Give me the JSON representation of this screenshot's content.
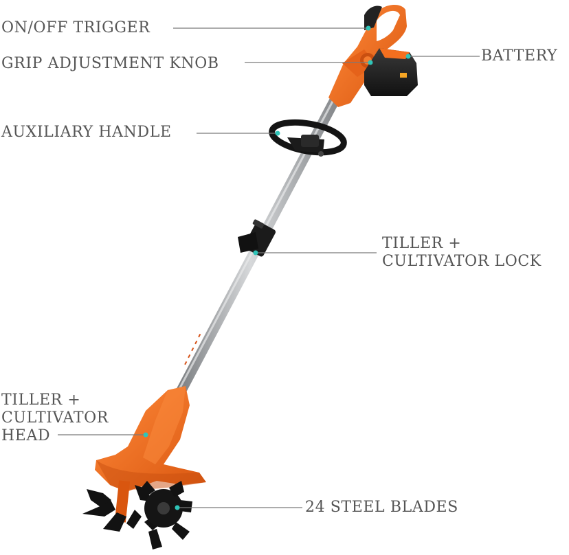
{
  "colors": {
    "body_orange": "#f36f1f",
    "body_orange_dark": "#c84f10",
    "battery_black": "#1c1c1c",
    "shaft_grey": "#a9abae",
    "leader_line": "#7a7a7a",
    "marker_teal": "#2fc4b8",
    "label_text": "#555555"
  },
  "labels": {
    "trigger": "ON/OFF TRIGGER",
    "knob": "GRIP ADJUSTMENT KNOB",
    "battery": "BATTERY",
    "aux_handle": "AUXILIARY HANDLE",
    "lock_line1": "TILLER +",
    "lock_line2": "CULTIVATOR LOCK",
    "head_line1": "TILLER +",
    "head_line2": "CULTIVATOR",
    "head_line3": "HEAD",
    "blades": "24 STEEL BLADES"
  }
}
